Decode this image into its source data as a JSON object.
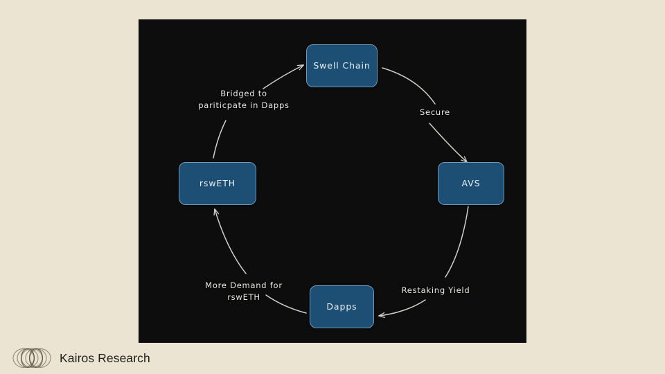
{
  "page": {
    "background_color": "#ece4d2",
    "canvas_color": "#0d0d0d"
  },
  "diagram": {
    "type": "cycle-flowchart",
    "node_fill": "#1d4e74",
    "node_stroke": "#6f9bbb",
    "edge_color": "#cfcfcc",
    "text_color": "#e6eef5",
    "nodes": [
      {
        "id": "swell",
        "label": "Swell Chain"
      },
      {
        "id": "avs",
        "label": "AVS"
      },
      {
        "id": "dapps",
        "label": "Dapps"
      },
      {
        "id": "rsweth",
        "label": "rswETH"
      }
    ],
    "edges": [
      {
        "from": "swell",
        "to": "avs",
        "label": "Secure"
      },
      {
        "from": "avs",
        "to": "dapps",
        "label": "Restaking Yield"
      },
      {
        "from": "dapps",
        "to": "rsweth",
        "label": "More Demand for\nrswETH"
      },
      {
        "from": "rsweth",
        "to": "swell",
        "label": "Bridged to\npariticpate in Dapps"
      }
    ]
  },
  "footer": {
    "brand_name": "Kairos Research",
    "logo_icon": "overlapping-circles-logo",
    "text_color": "#1d1d1b"
  }
}
